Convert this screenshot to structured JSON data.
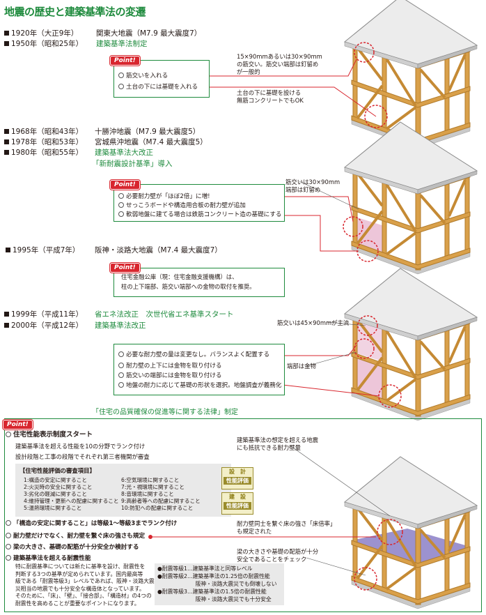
{
  "title": "地震の歴史と建築基準法の変遷",
  "colors": {
    "green": "#1d8a3c",
    "red": "#d8262e",
    "wood": "#d49a42",
    "pink": "#e8b8cf",
    "purple": "#8b7fc7"
  },
  "section1": {
    "years": [
      "1920年（大正9年）",
      "1950年（昭和25年）"
    ],
    "events": [
      "関東大地震（M7.9 最大震度7）",
      "建築基準法制定"
    ],
    "point_label": "Point!",
    "points": [
      "筋交いを入れる",
      "土台の下には基礎を入れる"
    ],
    "note1": [
      "15×90mmあるいは30×90mm",
      "の筋交い。筋交い端部は釘留め",
      "が一般的"
    ],
    "note2": [
      "土台の下に基礎を設ける",
      "無筋コンクリートでもOK"
    ]
  },
  "section2": {
    "years": [
      "1968年（昭和43年）",
      "1978年（昭和53年）",
      "1980年（昭和55年）"
    ],
    "events": [
      "十勝沖地震（M7.9 最大震度5）",
      "宮城県沖地震（M7.4 最大震度5）",
      "建築基準法大改正",
      "「新耐震設計基準」導入"
    ],
    "point_label": "Point!",
    "points": [
      "必要耐力壁が「ほぼ2倍」に増!",
      "せっこうボードや構造用合板の耐力壁が追加",
      "軟弱地盤に建てる場合は鉄筋コンクリート造の基礎にする"
    ],
    "note1": [
      "筋交いは30×90mm",
      "端部は釘留め"
    ]
  },
  "section3": {
    "years": [
      "1995年（平成7年）"
    ],
    "events": [
      "阪神・淡路大地震（M7.4 最大震度7）"
    ],
    "point_label": "Point!",
    "text": [
      "住宅金融公庫（現：住宅金融支援機構）は、",
      "柱の上下端部、筋交い端部への金物の取付を推奨。"
    ]
  },
  "section4": {
    "years": [
      "1999年（平成11年）",
      "2000年（平成12年）"
    ],
    "events": [
      "省エネ法改正　次世代省エネ基準スタート",
      "建築基準法改正"
    ],
    "points": [
      "必要な耐力壁の量は変更なし。バランスよく配置する",
      "耐力壁の上下には金物を取り付ける",
      "筋交いの端部には金物を取り付ける",
      "地盤の耐力に応じて基礎の形状を選択。地盤調査が義務化"
    ],
    "note1": "筋交いは45×90mmが主流",
    "note2": "端部は金物"
  },
  "section5": {
    "header": "「住宅の品質確保の促進等に関する法律」制定",
    "point_label": "Point!",
    "heading": "住宅性能表示制度スタート",
    "desc": [
      "建築基準法を超える性能を10の分野でランク付け",
      "設計段階と工事の段階でそれぞれ第三者機関が審査"
    ],
    "criteria_title": "【住宅性能評価の審査項目】",
    "criteria_left": [
      "1:構造の安定に関すること",
      "2:火災時の安全に関すること",
      "3:劣化の軽減に関すること",
      "4:維持管理・更新への配慮に関すること",
      "5:温熱環境に関すること"
    ],
    "criteria_right": [
      "6:空気環境に関すること",
      "7:光・視環境に関すること",
      "8:音環境に関すること",
      "9:高齢者等への配慮に関すること",
      "10:防犯への配慮に関すること"
    ],
    "badge1": [
      "設　計",
      "性能評価"
    ],
    "badge2": [
      "建　設",
      "性能評価"
    ],
    "bullets": [
      "「構造の安定に関すること」は等級1～等級3までランク付け",
      "耐力壁だけでなく、耐力壁を繋ぐ床の強さも規定",
      "梁の大きさ、基礎の配筋が十分安全か検討する",
      "建築基準法を超える耐震性能"
    ],
    "para": [
      "特に耐震基準については新たに基準を設け、耐震性を",
      "判断する3つの基準が定められています。国内最高等",
      "級である「耐震等級3」レベルであれば、阪神・淡路大震",
      "災相当の地震でも十分安全な構造体となっています。",
      "そのために、「床」、「壁」、「接合部」、「構造材」の4つの",
      "耐震性を高めることが重要なポイントになります。"
    ],
    "grades": [
      "●耐震等級1…建築基準法と同等レベル",
      "●耐震等級2…建築基準法の1.25倍の耐震性能",
      "　　　　　　　阪神・淡路大震災でも倒壊しない",
      "●耐震等級3…建築基準法の1.5倍の耐震性能",
      "　　　　　　　阪神・淡路大震災でも十分安全"
    ],
    "note1": [
      "建築基準法の想定を超える地震",
      "にも抵抗できる耐力壁量"
    ],
    "note2": [
      "耐力壁同士を繋ぐ床の強さ「床倍率」",
      "も規定された"
    ],
    "note3": [
      "梁の大きさや基礎の配筋が十分",
      "安全であることをチェック"
    ]
  }
}
